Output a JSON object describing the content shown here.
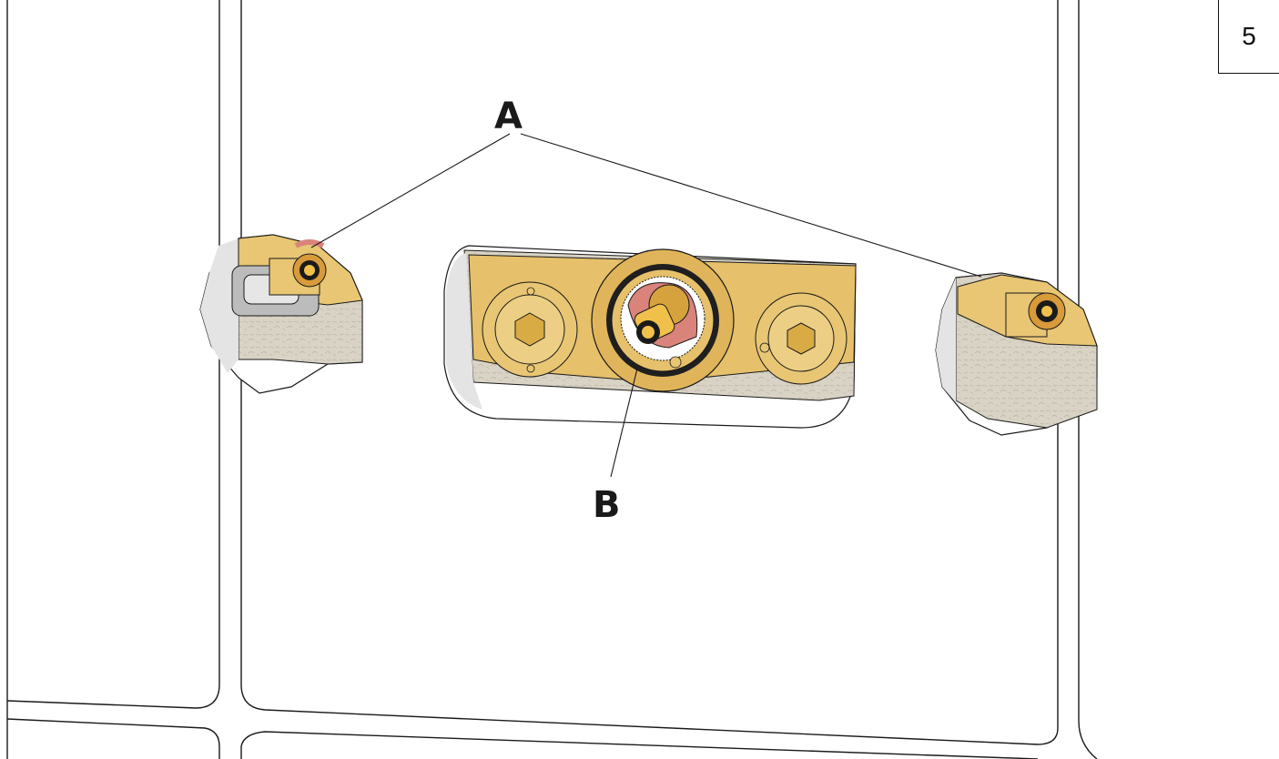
{
  "step_number": "5",
  "labels": {
    "a": "A",
    "b": "B"
  },
  "colors": {
    "brass": "#e6c06a",
    "brass_dark": "#c9992f",
    "brass_light": "#f3dc9a",
    "wall_filler": "#d8d2c4",
    "wall_edge": "#e4e4e4",
    "seal_red": "#d9837a",
    "outline": "#1a1a1a"
  },
  "icons": [
    "valve-body",
    "cartridge-spindle",
    "hex-plug",
    "small-valve-spindle"
  ]
}
